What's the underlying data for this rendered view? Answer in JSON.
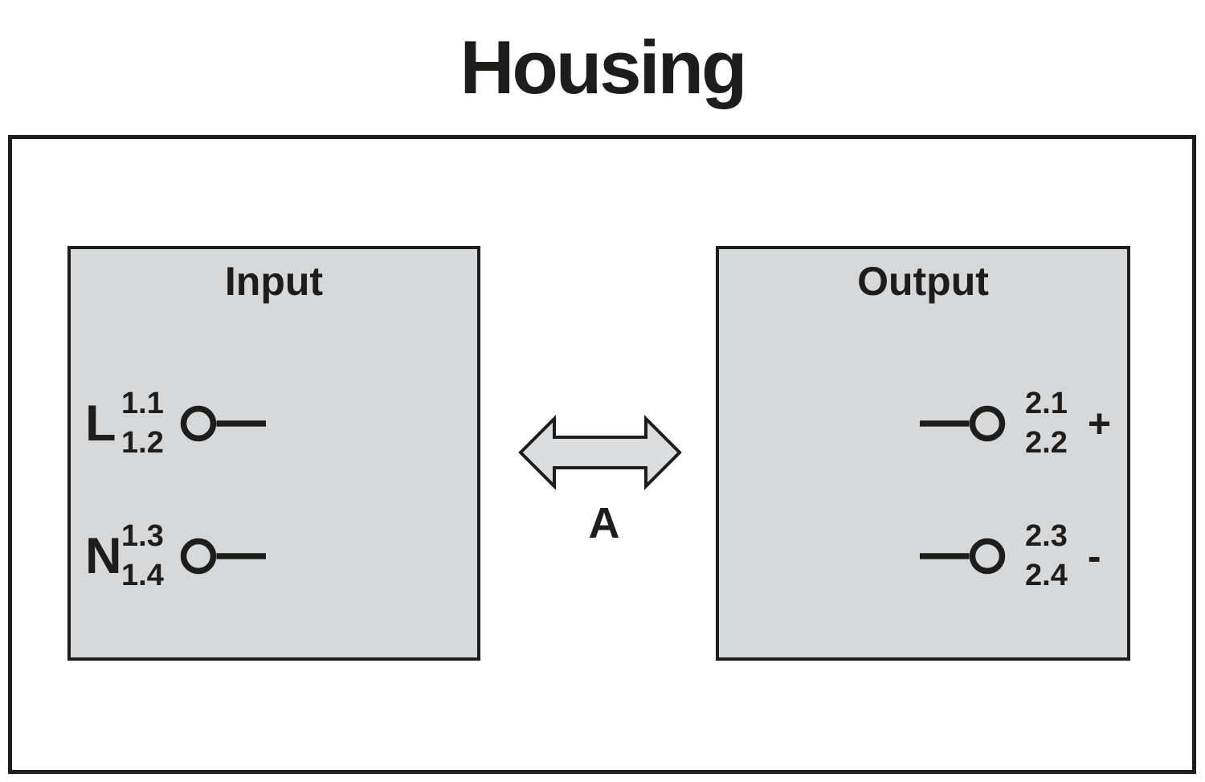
{
  "title": "Housing",
  "colors": {
    "panel_fill": "#d7d8d9",
    "arrow_fill": "#dbdcdd",
    "line": "#1d1d1b",
    "background": "#ffffff"
  },
  "housing": {
    "input_panel": {
      "header": "Input",
      "terminals": [
        {
          "label": "L",
          "top_number": "1.1",
          "bottom_number": "1.2"
        },
        {
          "label": "N",
          "top_number": "1.3",
          "bottom_number": "1.4"
        }
      ]
    },
    "output_panel": {
      "header": "Output",
      "terminals": [
        {
          "top_number": "2.1",
          "bottom_number": "2.2",
          "polarity": "+"
        },
        {
          "top_number": "2.3",
          "bottom_number": "2.4",
          "polarity": "-"
        }
      ]
    },
    "arrow_label": "A"
  }
}
